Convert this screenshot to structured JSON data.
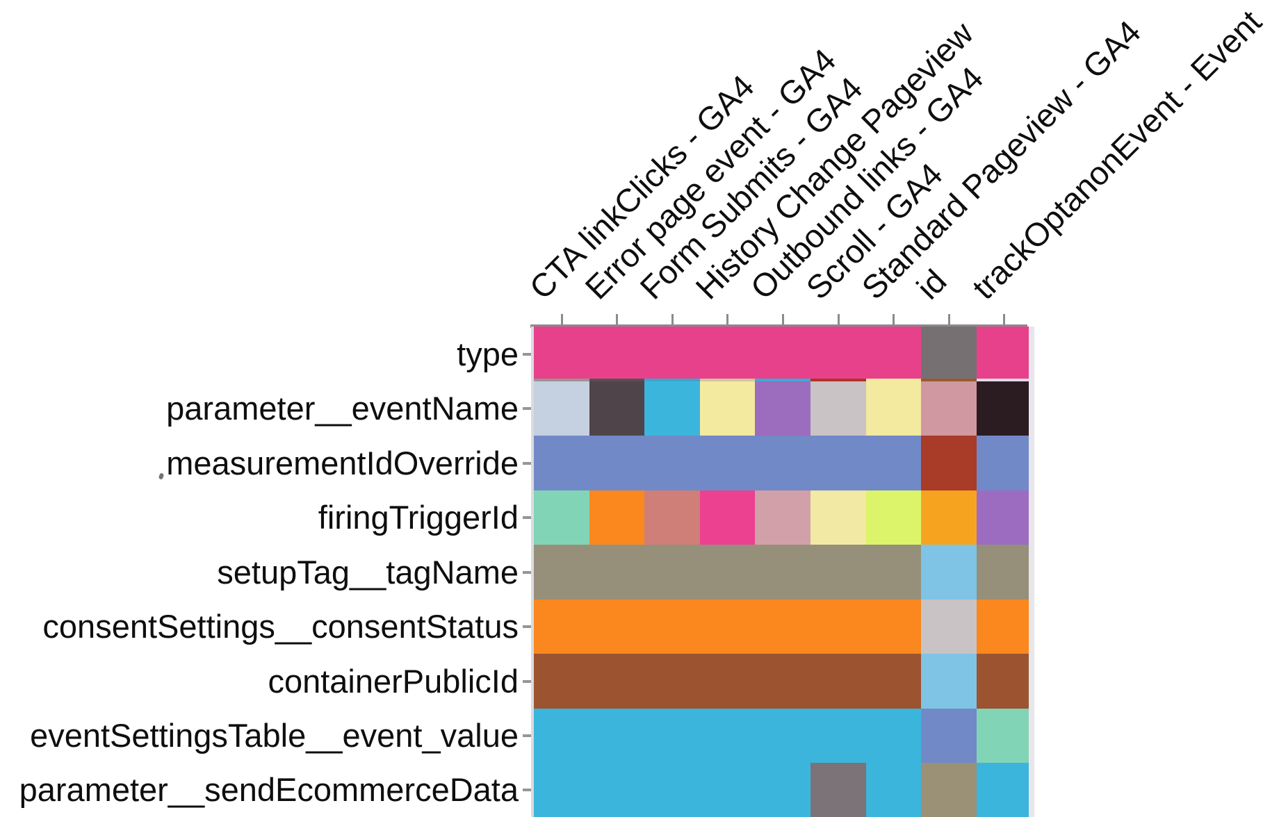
{
  "chart_data": {
    "type": "heatmap",
    "title": "",
    "xlabel": "",
    "ylabel": "",
    "legend_position": "none",
    "grid": false,
    "columns": [
      "CTA linkClicks - GA4",
      "Error page event - GA4",
      "Form Submits - GA4",
      "History Change Pageview",
      "Outbound links - GA4",
      "Scroll - GA4",
      "Standard Pageview - GA4",
      "id",
      "trackOptanonEvent - Event"
    ],
    "rows": [
      "type",
      "parameter__eventName",
      "measurementIdOverride",
      "firingTriggerId",
      "setupTag__tagName",
      "consentSettings__consentStatus",
      "containerPublicId",
      "eventSettingsTable__event_value",
      "parameter__sendEcommerceData"
    ],
    "cell_colors": [
      [
        "#E8418C",
        "#E8418C",
        "#E8418C",
        "#E8418C",
        "#E8418C",
        "#E8418C",
        "#E8418C",
        "#777072",
        "#E8418C"
      ],
      [
        "#C5D1E0",
        "#4E4449",
        "#3CB5DC",
        "#F3E99F",
        "#9C6CBF",
        "#C9C3C5",
        "#F3E99F",
        "#D098A1",
        "#2B1C22"
      ],
      [
        "#7289C8",
        "#7289C8",
        "#7289C8",
        "#7289C8",
        "#7289C8",
        "#7289C8",
        "#7289C8",
        "#A83C28",
        "#7289C8"
      ],
      [
        "#82D4B6",
        "#FB881E",
        "#D07E78",
        "#EC4090",
        "#D2A0A8",
        "#F2E9A4",
        "#DCF46A",
        "#F6A41F",
        "#9C6CC0"
      ],
      [
        "#96907B",
        "#96907B",
        "#96907B",
        "#96907B",
        "#96907B",
        "#96907B",
        "#96907B",
        "#7FC4E4",
        "#96907B"
      ],
      [
        "#FB881E",
        "#FB881E",
        "#FB881E",
        "#FB881E",
        "#FB881E",
        "#FB881E",
        "#FB881E",
        "#C9C3C5",
        "#FB881E"
      ],
      [
        "#9C5330",
        "#9C5330",
        "#9C5330",
        "#9C5330",
        "#9C5330",
        "#9C5330",
        "#9C5330",
        "#7FC4E4",
        "#9C5330"
      ],
      [
        "#3CB5DC",
        "#3CB5DC",
        "#3CB5DC",
        "#3CB5DC",
        "#3CB5DC",
        "#3CB5DC",
        "#3CB5DC",
        "#7289C8",
        "#82D4B6"
      ],
      [
        "#3CB5DC",
        "#3CB5DC",
        "#3CB5DC",
        "#3CB5DC",
        "#3CB5DC",
        "#7B7377",
        "#3CB5DC",
        "#9A9176",
        "#3CB5DC"
      ]
    ],
    "partial_row_sliver_colors": [
      "#9B9492",
      "#5A5052",
      "#35A8CE",
      "#CEC89C",
      "#3FA8D8",
      "#B03328",
      "#F3E99F",
      "#9A5A30",
      "#DCDCE4"
    ],
    "axis_colors": {
      "top_spine": "#8B8B8B",
      "column_tick": "#8B8B8B",
      "row_tick": "#969696",
      "label_text": "#0E0E0E",
      "left_edge_line": "#DBDBE0",
      "right_edge_line": "#E7E7EB"
    }
  }
}
